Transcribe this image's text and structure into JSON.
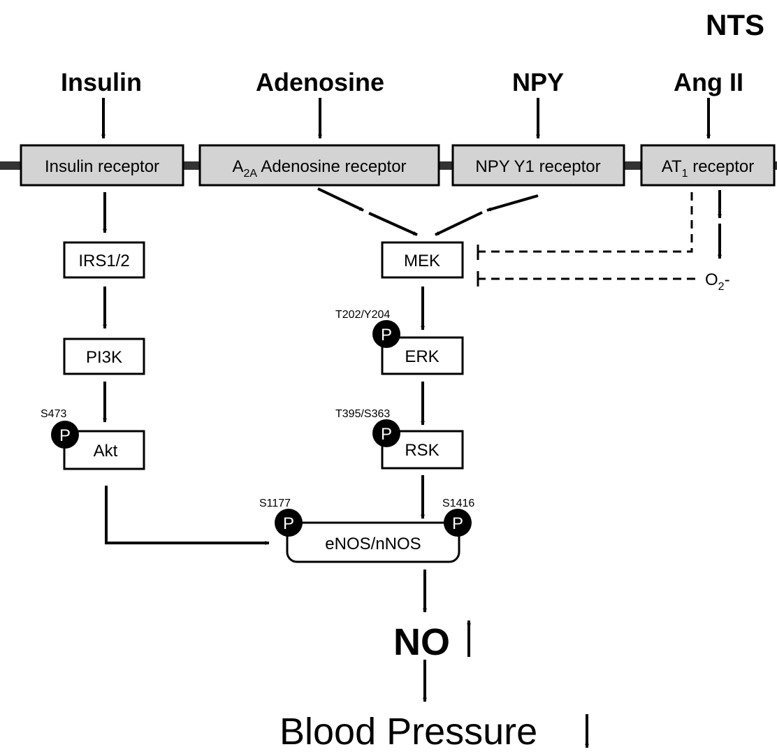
{
  "corner_label": "NTS",
  "ligands": {
    "insulin": "Insulin",
    "adenosine": "Adenosine",
    "npy": "NPY",
    "ang2": "Ang II"
  },
  "receptors": {
    "insulin": "Insulin receptor",
    "a2a_prefix": "A",
    "a2a_sub": "2A",
    "a2a_rest": " Adenosine receptor",
    "npy_y1": "NPY Y1 receptor",
    "at1_prefix": "AT",
    "at1_sub": "1",
    "at1_rest": " receptor"
  },
  "nodes": {
    "irs": "IRS1/2",
    "pi3k": "PI3K",
    "akt": "Akt",
    "mek": "MEK",
    "erk": "ERK",
    "rsk": "RSK",
    "enos": "eNOS/nNOS",
    "superoxide_base": "O",
    "superoxide_sub": "2",
    "superoxide_charge": "-"
  },
  "phospho_sites": {
    "akt": "S473",
    "erk": "T202/Y204",
    "rsk": "T395/S363",
    "enos_left": "S1177",
    "enos_right": "S1416"
  },
  "phospho_symbol": "P",
  "outcomes": {
    "no": "NO",
    "bp": "Blood Pressure"
  },
  "colors": {
    "receptor_fill": "#d3d3d3",
    "membrane": "#333333",
    "ink": "#000000",
    "background": "#ffffff"
  }
}
